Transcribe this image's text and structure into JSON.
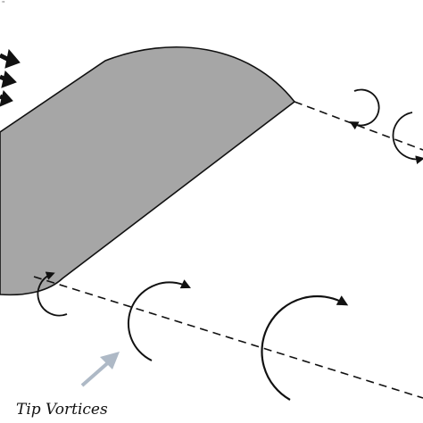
{
  "figure": {
    "caption_label": "Tip Vortices",
    "colors": {
      "wing_fill": "#a6a6a6",
      "stroke": "#111111",
      "arrow_callout": "#aeb9c6",
      "background": "#ffffff"
    },
    "elements": [
      "wing",
      "oncoming-flow-arrows",
      "wake-centerline-near",
      "wake-centerline-far",
      "tip-vortices",
      "tip-vortices-callout-arrow"
    ]
  }
}
